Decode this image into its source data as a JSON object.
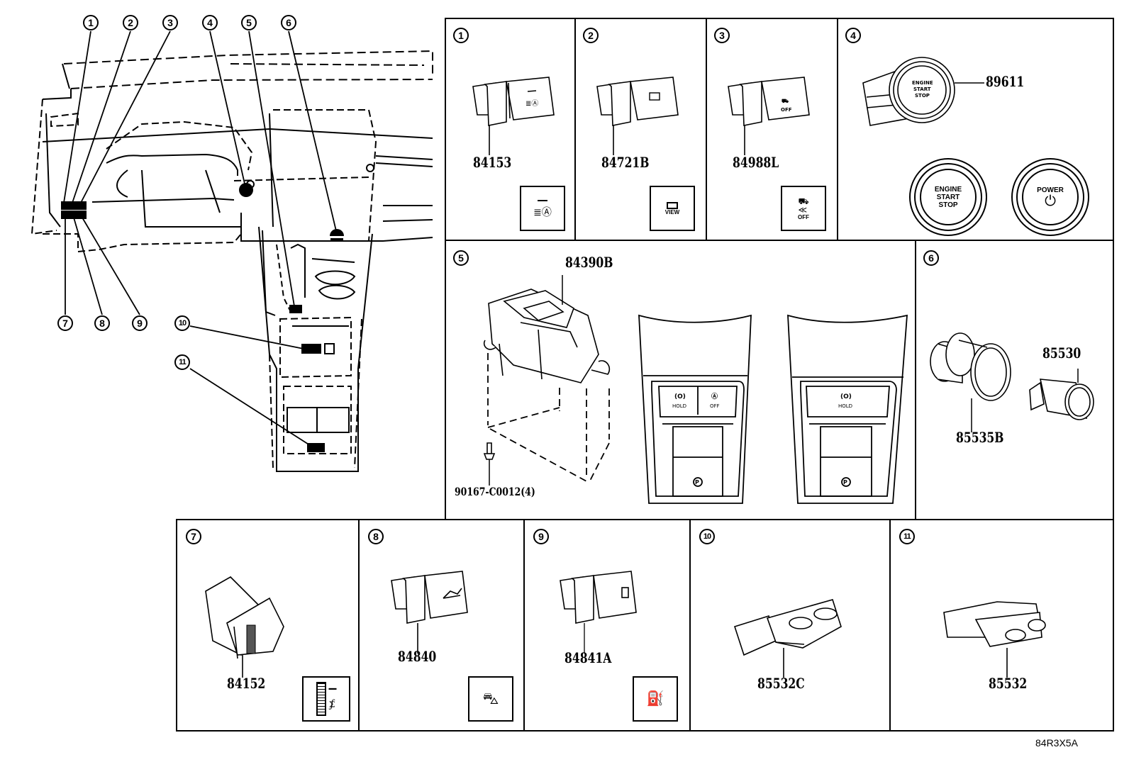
{
  "diagram": {
    "title": "Switch & Relay — Instrument panel / console switches",
    "reference_code": "84R3X5A",
    "overview": {
      "callouts_top": [
        "1",
        "2",
        "3",
        "4",
        "5",
        "6"
      ],
      "callouts_bottom": [
        "7",
        "8",
        "9"
      ],
      "callouts_console": [
        "10",
        "11"
      ]
    },
    "panels": [
      {
        "id": "1",
        "part_numbers": [
          "84153"
        ],
        "icon": "auto-headlight-leveling-icon",
        "icon_label": ""
      },
      {
        "id": "2",
        "part_numbers": [
          "84721B"
        ],
        "icon": "camera-view-icon",
        "icon_label": "VIEW"
      },
      {
        "id": "3",
        "part_numbers": [
          "84988L"
        ],
        "icon": "vsc-off-icon",
        "icon_label": "OFF"
      },
      {
        "id": "4",
        "part_numbers": [
          "89611"
        ],
        "switch_text": "ENGINE START STOP",
        "variants": [
          {
            "label": "ENGINE START STOP"
          },
          {
            "label": "POWER",
            "icon": "power-icon"
          }
        ]
      },
      {
        "id": "5",
        "part_numbers": [
          "84390B",
          "90167-C0012(4)"
        ],
        "console_variants": [
          {
            "buttons": [
              {
                "icon": "brake-hold-icon",
                "label": "HOLD"
              },
              {
                "icon": "auto-hold-icon",
                "label": "OFF"
              }
            ],
            "parking_icon": "P"
          },
          {
            "buttons": [
              {
                "icon": "brake-hold-icon",
                "label": "HOLD"
              }
            ],
            "parking_icon": "P"
          }
        ]
      },
      {
        "id": "6",
        "part_numbers": [
          "85530",
          "85535B"
        ]
      },
      {
        "id": "7",
        "part_numbers": [
          "84152"
        ],
        "icon": "panel-dimmer-headlight-level-icon",
        "icon_label": ""
      },
      {
        "id": "8",
        "part_numbers": [
          "84840"
        ],
        "icon": "trunk-open-icon",
        "icon_label": ""
      },
      {
        "id": "9",
        "part_numbers": [
          "84841A"
        ],
        "icon": "fuel-door-icon",
        "icon_label": ""
      },
      {
        "id": "10",
        "part_numbers": [
          "85532C"
        ]
      },
      {
        "id": "11",
        "part_numbers": [
          "85532"
        ]
      }
    ],
    "labels": {
      "hold": "HOLD",
      "off": "OFF",
      "view": "VIEW",
      "engine": "ENGINE",
      "start": "START",
      "stop": "STOP",
      "power": "POWER",
      "p": "P",
      "a": "A"
    }
  }
}
